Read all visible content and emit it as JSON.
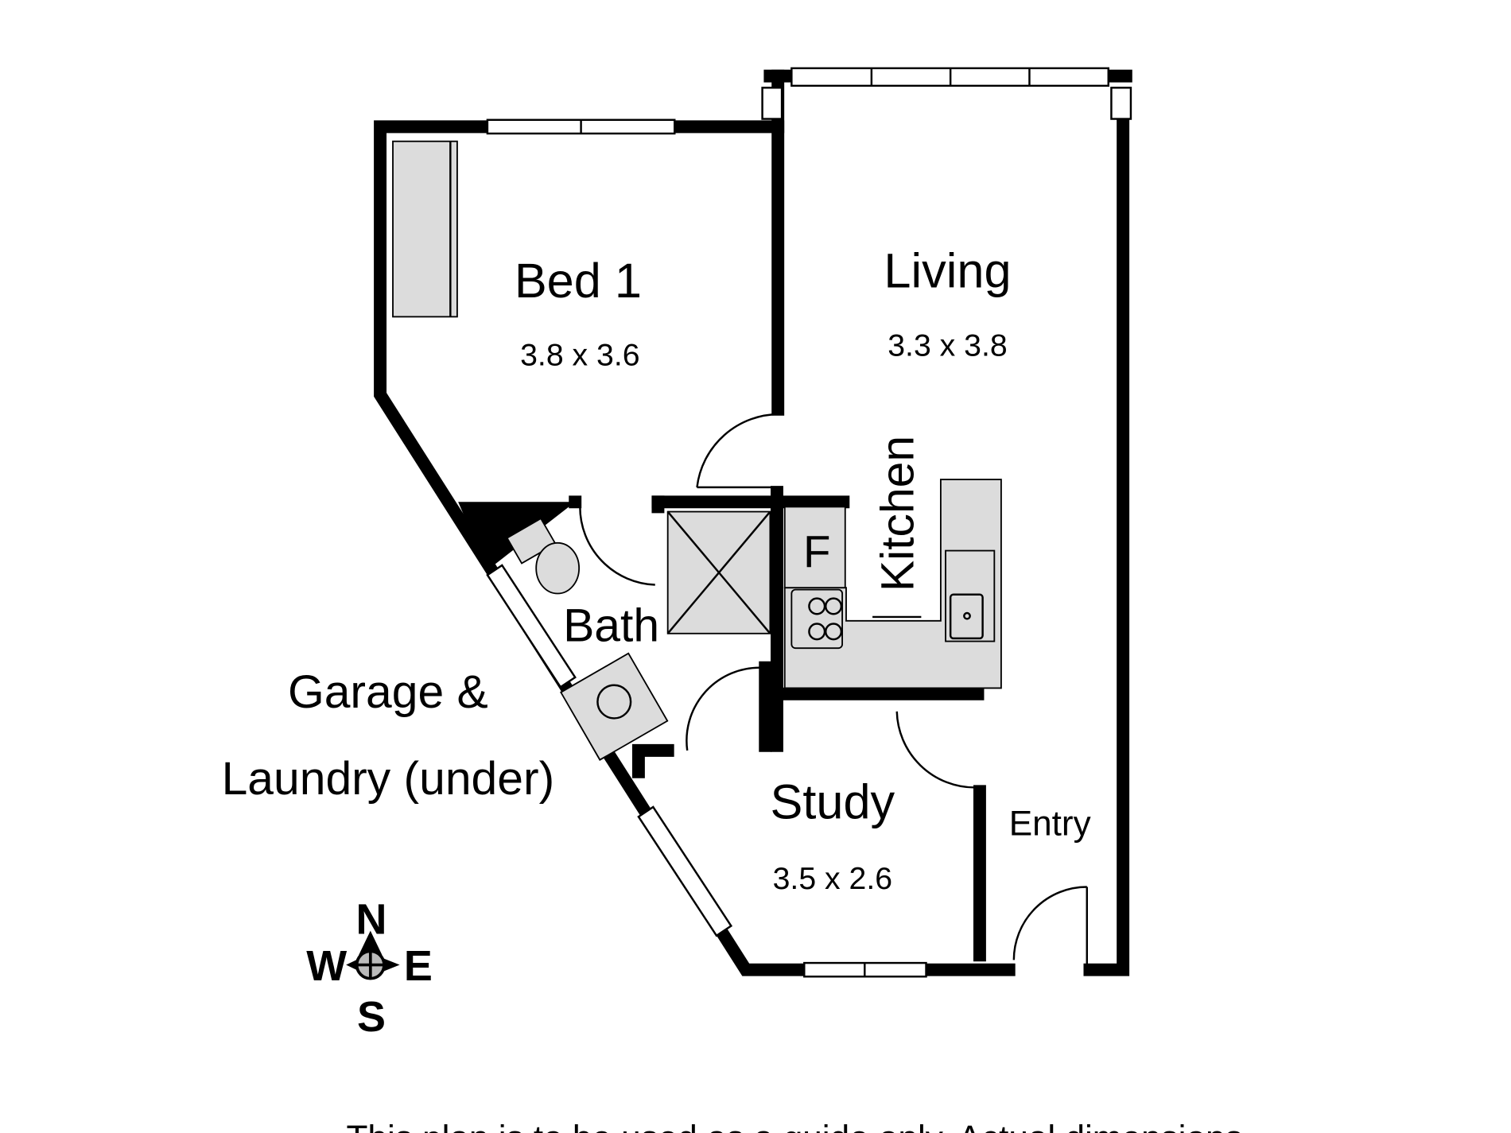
{
  "rooms": {
    "bed1": {
      "name": "Bed 1",
      "size": "3.8 x 3.6"
    },
    "living": {
      "name": "Living",
      "size": "3.3 x 3.8"
    },
    "kitchen": {
      "name": "Kitchen",
      "fridge": "F"
    },
    "bath": {
      "name": "Bath"
    },
    "study": {
      "name": "Study",
      "size": "3.5 x 2.6"
    },
    "entry": {
      "name": "Entry"
    },
    "garage": {
      "line1": "Garage &",
      "line2": "Laundry (under)"
    }
  },
  "compass": {
    "n": "N",
    "e": "E",
    "s": "S",
    "w": "W"
  },
  "disclaimer": "This plan is to be used as a guide only. Actual dimensions",
  "colors": {
    "wall": "#000000",
    "fixture_fill": "#dcdcdc"
  }
}
